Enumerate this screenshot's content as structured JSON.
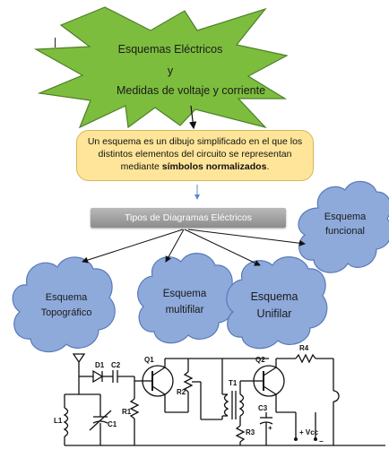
{
  "title": {
    "line1": "Esquemas Eléctricos",
    "line2": "y",
    "line3": "Medidas de voltaje y corriente"
  },
  "definition": {
    "part1": "Un esquema es un dibujo simplificado en el que los distintos elementos del circuito se representan mediante ",
    "bold": "símbolos normalizados",
    "part2": "."
  },
  "types_title": "Tipos de Diagramas Eléctricos",
  "clouds": {
    "topografico": {
      "line1": "Esquema",
      "line2": "Topográfico"
    },
    "multifilar": {
      "line1": "Esquema",
      "line2": "multifilar"
    },
    "unifilar": {
      "line1": "Esquema",
      "line2": "Unifilar"
    },
    "funcional": {
      "line1": "Esquema",
      "line2": "funcional"
    }
  },
  "circuit_labels": {
    "d1": "D1",
    "c2": "C2",
    "q1": "Q1",
    "q2": "Q2",
    "r4": "R4",
    "r1": "R1",
    "r2": "R2",
    "t1": "T1",
    "c3": "C3",
    "r3": "R3",
    "l1": "L1",
    "c1": "C1",
    "vcc": "+ Vcc",
    "plus": "+",
    "minus": "−"
  },
  "colors": {
    "star_fill": "#7cbd3e",
    "star_stroke": "#4f7f28",
    "cloud_fill": "#8eaadb",
    "cloud_stroke": "#5a7ab8",
    "definition_fill": "#ffe599",
    "types_bar": "#a6a6a6"
  }
}
